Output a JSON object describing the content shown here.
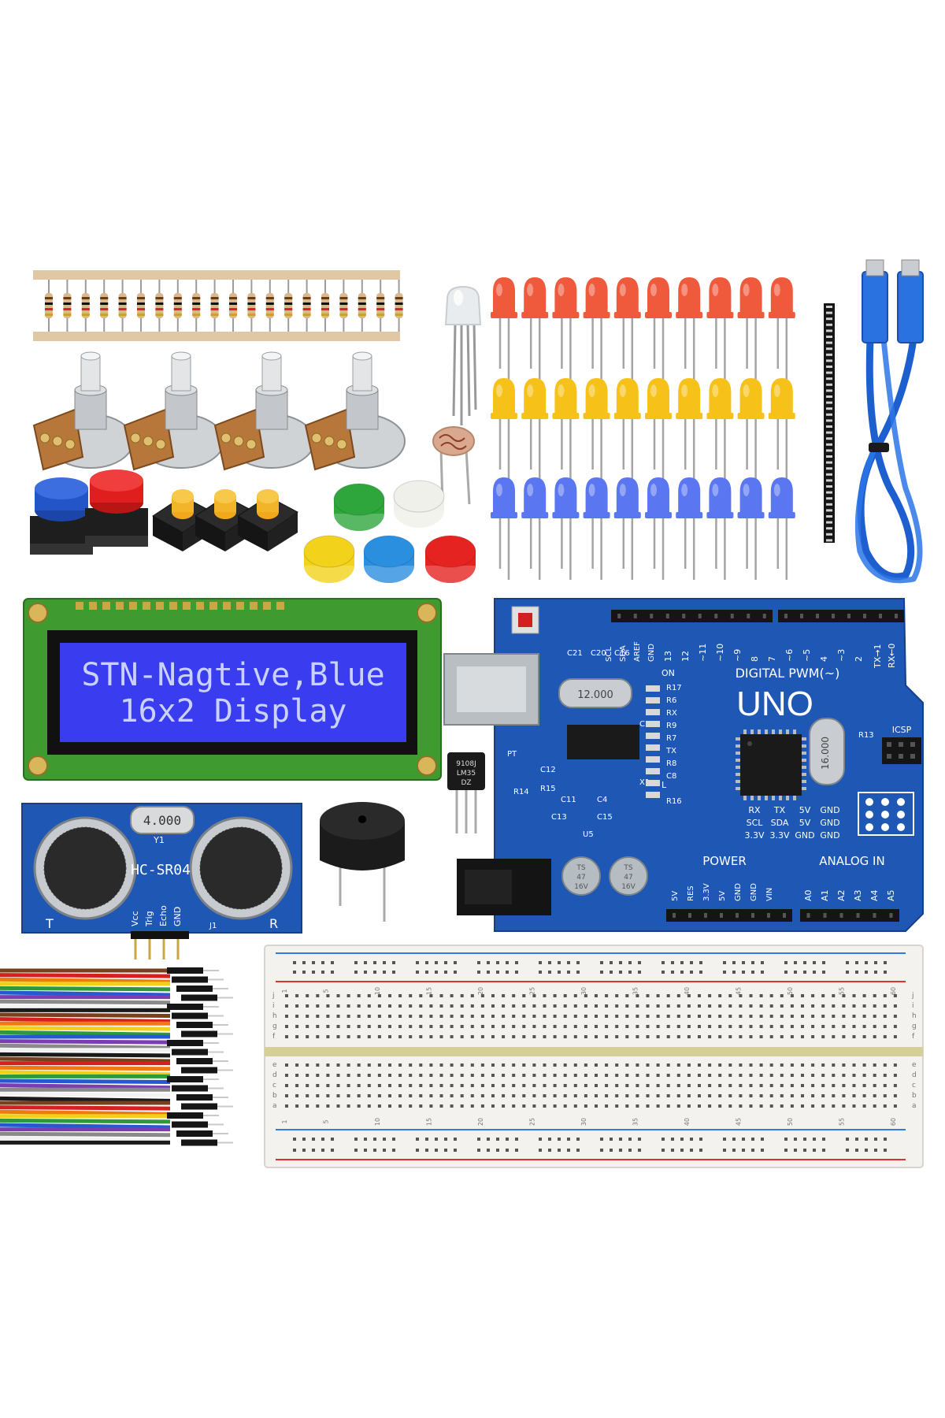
{
  "lcd": {
    "line1": "STN-Nagtive,Blue",
    "line2": "16x2 Display",
    "backlight_color": "#3a3cf0",
    "text_color": "#c9d2ff",
    "pcb_color": "#3f9a2f"
  },
  "sensor": {
    "model": "HC-SR04",
    "crystal": "4.000",
    "y1": "Y1",
    "j1": "J1",
    "t": "T",
    "r": "R",
    "pins": [
      "Vcc",
      "Trig",
      "Echo",
      "GND"
    ]
  },
  "temp_sensor": {
    "line1": "9108J",
    "line2": "LM35",
    "line3": "DZ"
  },
  "uno": {
    "title": "UNO",
    "digital": "DIGITAL PWM(~)",
    "power": "POWER",
    "analog": "ANALOG IN",
    "txrx": [
      "TX→1",
      "RX←0"
    ],
    "icsp": "ICSP",
    "on": "ON",
    "l": "L",
    "crystal_main": "16.000",
    "crystal_usb": "12.000",
    "digital_pins": [
      "13",
      "12",
      "~11",
      "~10",
      "~9",
      "8",
      "7",
      "~6",
      "~5",
      "4",
      "~3",
      "2"
    ],
    "top_pins": [
      "SCL",
      "SDA",
      "AREF",
      "GND"
    ],
    "power_pins": [
      "5V",
      "RES",
      "3.3V",
      "5V",
      "GND",
      "GND",
      "VIN"
    ],
    "analog_pins": [
      "A0",
      "A1",
      "A2",
      "A3",
      "A4",
      "A5"
    ],
    "iic_row1": [
      "RX",
      "TX",
      "5V",
      "GND"
    ],
    "iic_row2": [
      "SCL",
      "SDA",
      "5V",
      "GND"
    ],
    "iic_row3": [
      "3.3V",
      "3.3V",
      "GND",
      "GND"
    ],
    "refs": [
      "C21",
      "C20",
      "C16",
      "R17",
      "R6",
      "RX",
      "R9",
      "R7",
      "TX",
      "R8",
      "C8",
      "R16",
      "C14",
      "C12",
      "R14",
      "R15",
      "C11",
      "C4",
      "C13",
      "C15",
      "U5",
      "R13",
      "PT",
      "X1"
    ],
    "cap_labels": [
      "TS",
      "47",
      "16V"
    ],
    "board_color": "#1f57b5"
  },
  "breadboard": {
    "numbers": [
      "1",
      "5",
      "10",
      "15",
      "20",
      "25",
      "30",
      "35",
      "40",
      "45",
      "50",
      "55",
      "60"
    ],
    "rows_top": [
      "j",
      "i",
      "h",
      "g",
      "f"
    ],
    "rows_bottom": [
      "e",
      "d",
      "c",
      "b",
      "a"
    ]
  },
  "led_colors": [
    "#f05a3c",
    "#f6c21a",
    "#5a76f0"
  ],
  "cap_colors": [
    "#2fa63c",
    "#f0f0ea",
    "#f2d21a",
    "#2b8fe0",
    "#e52320"
  ],
  "button_colors": [
    "#2355c9",
    "#e01e1e"
  ],
  "jumper_colors": [
    "#7b3f1e",
    "#d62020",
    "#f07a12",
    "#f2cf1a",
    "#2c9a3a",
    "#2758d0",
    "#7c3db0",
    "#8a8a8a",
    "#f2f2f2",
    "#1a1a1a"
  ]
}
